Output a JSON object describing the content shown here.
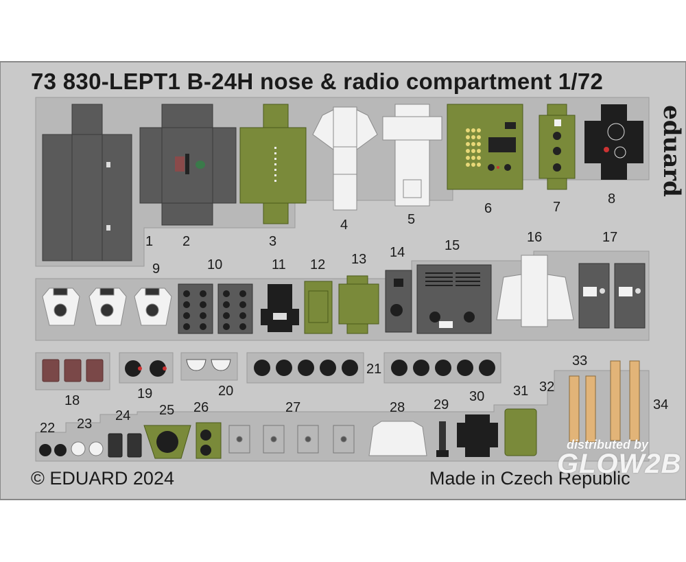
{
  "title": "73 830-LEPT1  B-24H nose & radio compartment  1/72",
  "brand": "eduard",
  "copyright": "© EDUARD 2024",
  "made_in": "Made in Czech Republic",
  "watermark": {
    "line1": "distributed by",
    "line2": "GLOW2B"
  },
  "part_numbers": [
    "1",
    "2",
    "3",
    "4",
    "5",
    "6",
    "7",
    "8",
    "9",
    "10",
    "11",
    "12",
    "13",
    "14",
    "15",
    "16",
    "17",
    "18",
    "19",
    "20",
    "21",
    "22",
    "23",
    "24",
    "25",
    "26",
    "27",
    "28",
    "29",
    "30",
    "31",
    "32",
    "33",
    "34"
  ],
  "colors": {
    "fret": "#c9c9c9",
    "backing": "#b7b7b7",
    "dark_grey": "#5a5a5a",
    "interior_green": "#7a8a3a",
    "black_panel": "#1e1e1e",
    "white_part": "#f2f2f2",
    "red": "#8a4a4a",
    "belt_tan": "#e2b478"
  }
}
